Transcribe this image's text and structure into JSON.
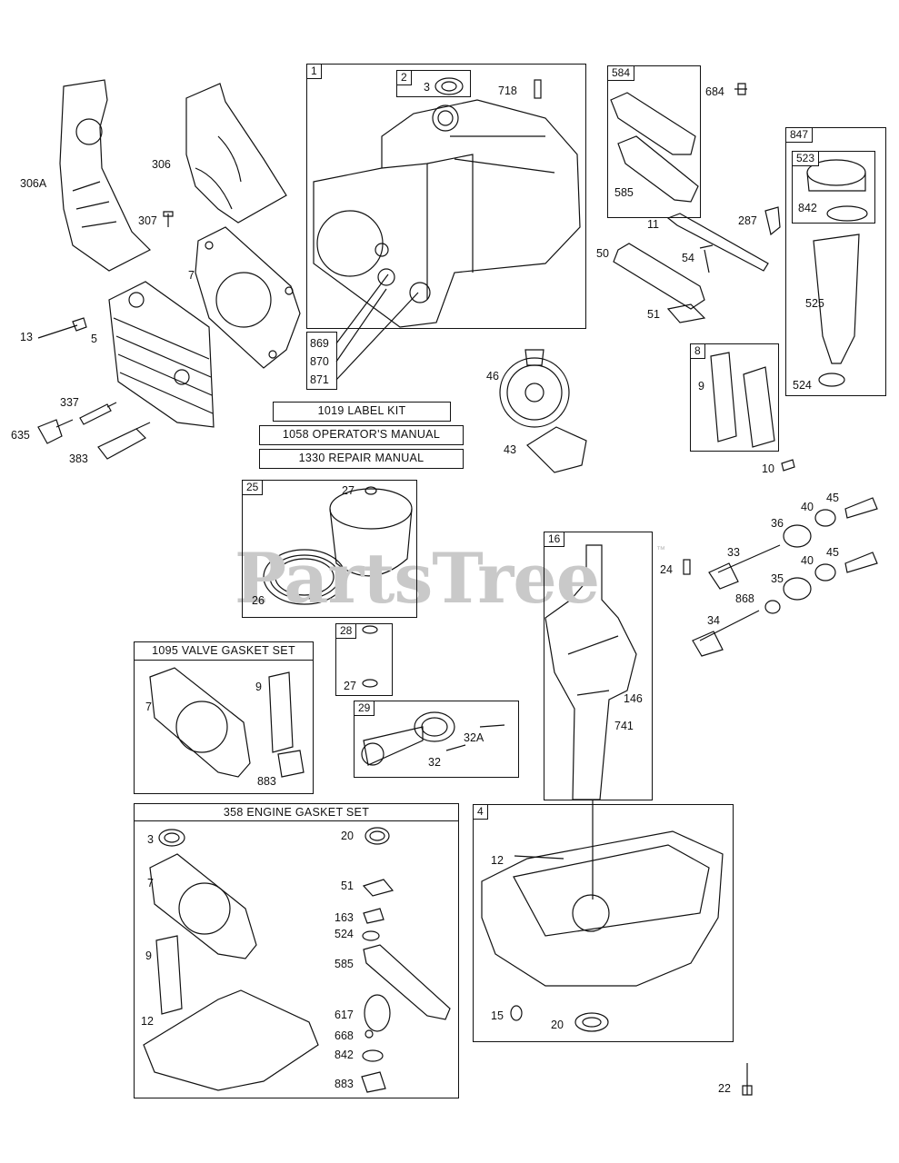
{
  "watermark": {
    "brand": "PartsTree",
    "tm": "™"
  },
  "manuals": [
    {
      "text": "1019 LABEL KIT"
    },
    {
      "text": "1058 OPERATOR'S MANUAL"
    },
    {
      "text": "1330 REPAIR MANUAL"
    }
  ],
  "sets": {
    "valve_gasket": "1095 VALVE GASKET SET",
    "engine_gasket": "358 ENGINE GASKET SET"
  },
  "boxes": {
    "b1": "1",
    "b2": "2",
    "b584": "584",
    "b847": "847",
    "b523": "523",
    "b8": "8",
    "b25": "25",
    "b16": "16",
    "b28": "28",
    "b29": "29",
    "b4": "4"
  },
  "callouts": {
    "c306a": "306A",
    "c306": "306",
    "c307": "307",
    "c7a": "7",
    "c13": "13",
    "c5": "5",
    "c337": "337",
    "c635": "635",
    "c383": "383",
    "c3a": "3",
    "c718": "718",
    "c869": "869",
    "c870": "870",
    "c871": "871",
    "c684": "684",
    "c585a": "585",
    "c11": "11",
    "c287": "287",
    "c50": "50",
    "c54": "54",
    "c51a": "51",
    "c842a": "842",
    "c525": "525",
    "c524a": "524",
    "c46": "46",
    "c43": "43",
    "c9a": "9",
    "c10": "10",
    "c27a": "27",
    "c26": "26",
    "c27b": "27",
    "c24": "24",
    "c146": "146",
    "c741": "741",
    "c40a": "40",
    "c45a": "45",
    "c36": "36",
    "c33": "33",
    "c40b": "40",
    "c45b": "45",
    "c35": "35",
    "c868": "868",
    "c34": "34",
    "c32a": "32A",
    "c32": "32",
    "c7b": "7",
    "c9b": "9",
    "c883a": "883",
    "c3b": "3",
    "c20a": "20",
    "c7c": "7",
    "c51b": "51",
    "c163": "163",
    "c524b": "524",
    "c9c": "9",
    "c585b": "585",
    "c12a": "12",
    "c617": "617",
    "c668": "668",
    "c842b": "842",
    "c883b": "883",
    "c12b": "12",
    "c15": "15",
    "c20b": "20",
    "c22": "22"
  }
}
